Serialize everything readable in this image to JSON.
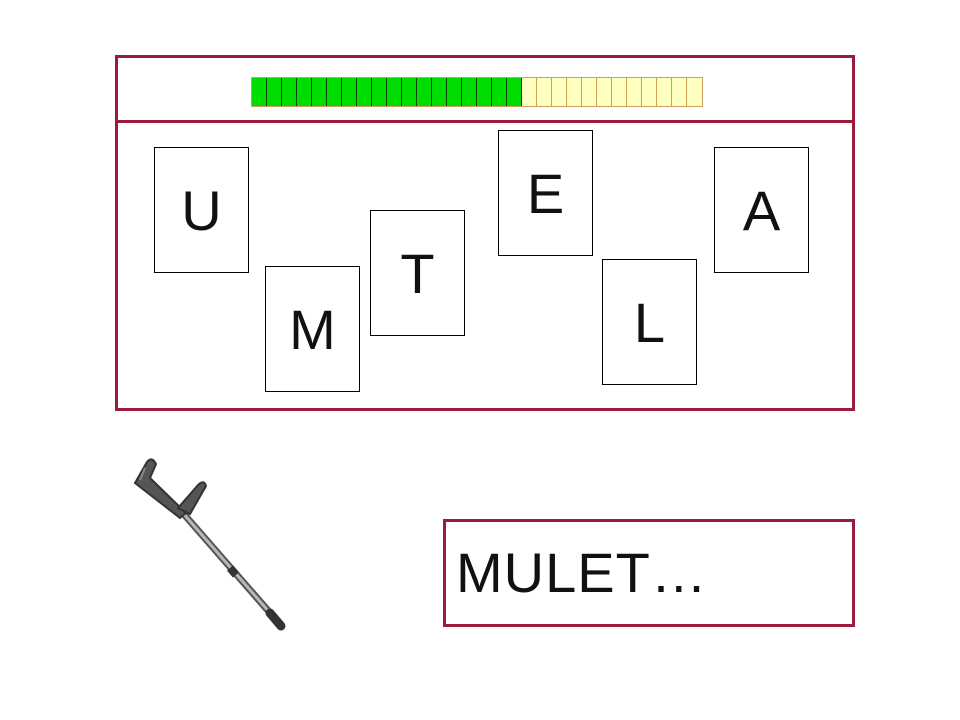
{
  "progress": {
    "total_segments": 30,
    "filled_segments": 18,
    "filled_color": "#00dd00",
    "empty_color": "#ffffc0"
  },
  "tiles": [
    {
      "id": "u",
      "letter": "U"
    },
    {
      "id": "m",
      "letter": "M"
    },
    {
      "id": "t",
      "letter": "T"
    },
    {
      "id": "e",
      "letter": "E"
    },
    {
      "id": "l",
      "letter": "L"
    },
    {
      "id": "a",
      "letter": "A"
    }
  ],
  "answer": {
    "text": "MULET…"
  },
  "picture": {
    "icon": "crutch-icon"
  },
  "colors": {
    "frame": "#9b1b3a"
  }
}
